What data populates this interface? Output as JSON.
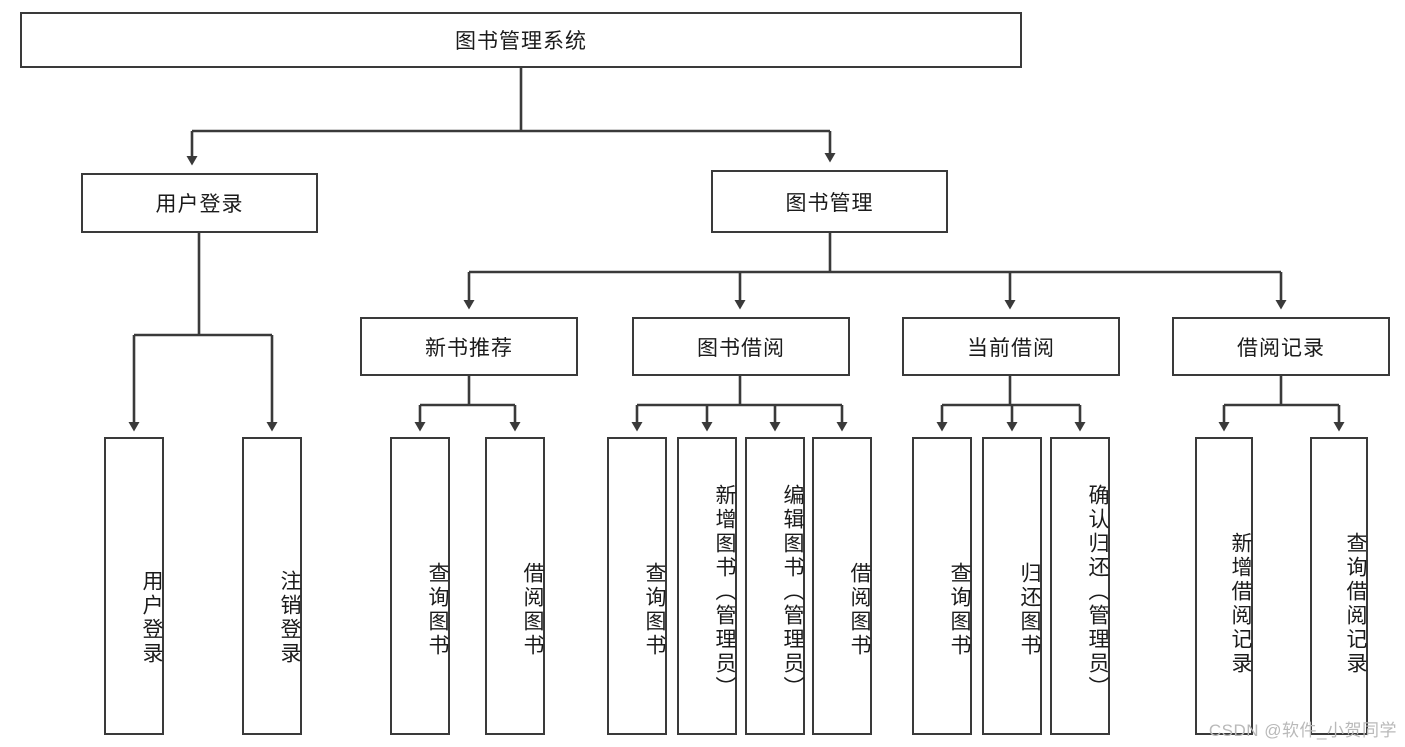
{
  "diagram": {
    "title": "图书管理系统",
    "type": "tree-hierarchy-chart",
    "colors": {
      "border": "#3a3a3a",
      "text": "#1b1b1b",
      "background": "#ffffff",
      "watermark": "#b9b9b9"
    },
    "root": {
      "label": "图书管理系统"
    },
    "level1": [
      {
        "label": "用户登录"
      },
      {
        "label": "图书管理"
      }
    ],
    "level2": [
      {
        "label": "新书推荐"
      },
      {
        "label": "图书借阅"
      },
      {
        "label": "当前借阅"
      },
      {
        "label": "借阅记录"
      }
    ],
    "leaves": {
      "user_login": [
        {
          "label": "用户登录"
        },
        {
          "label": "注销登录"
        }
      ],
      "new_book_recommend": [
        {
          "label": "查询图书"
        },
        {
          "label": "借阅图书"
        }
      ],
      "book_borrow": [
        {
          "label": "查询图书"
        },
        {
          "label": "新增图书（管理员）"
        },
        {
          "label": "编辑图书（管理员）"
        },
        {
          "label": "借阅图书"
        }
      ],
      "current_borrow": [
        {
          "label": "查询图书"
        },
        {
          "label": "归还图书"
        },
        {
          "label": "确认归还（管理员）"
        }
      ],
      "borrow_record": [
        {
          "label": "新增借阅记录"
        },
        {
          "label": "查询借阅记录"
        }
      ]
    },
    "watermark": "CSDN @软件_小贺同学"
  }
}
